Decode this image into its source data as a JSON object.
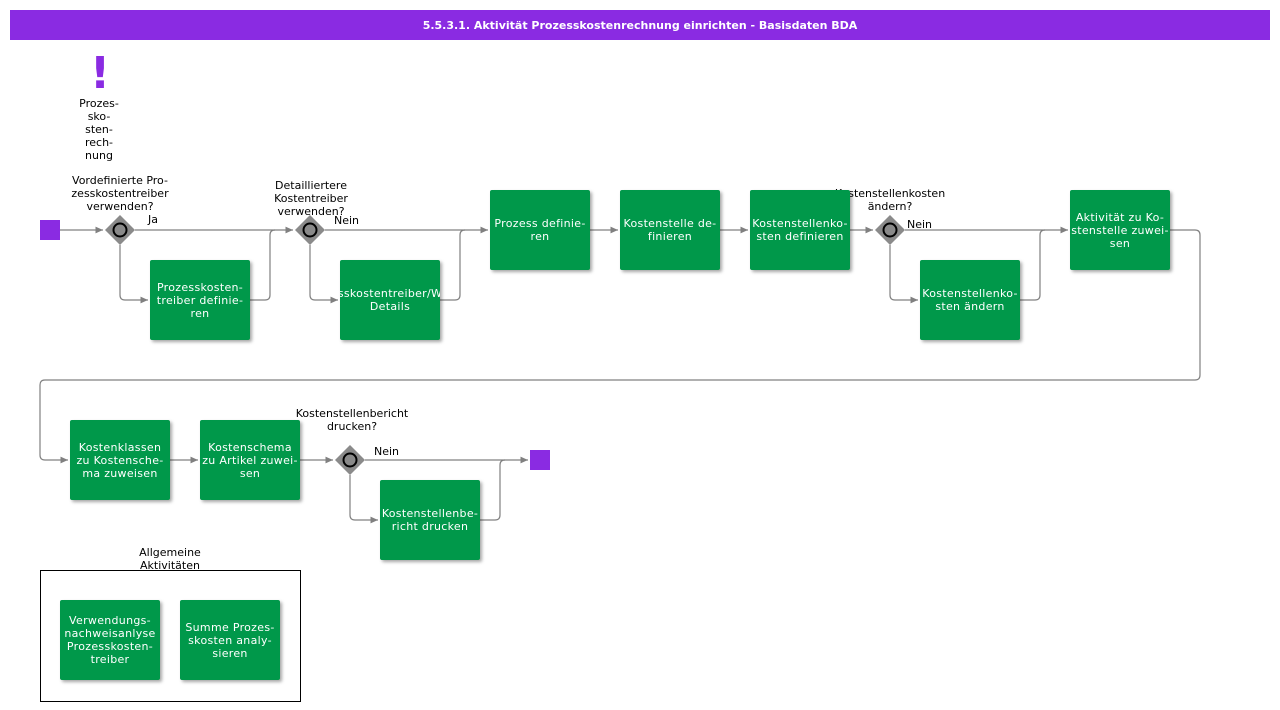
{
  "header": {
    "title": "5.5.3.1. Aktivität Prozesskostenrechnung einrichten - Basisdaten BDA"
  },
  "note": {
    "symbol": "!",
    "label": "Prozes-\nsko-\nsten-\nrech-\nnung"
  },
  "gateways": {
    "g1": {
      "question": "Vordefinierte  Pro-\nzesskostentreiber\nverwenden?",
      "branch": "Ja"
    },
    "g2": {
      "question": "Detailliertere\nKostentreiber\nverwenden?",
      "branch": "Nein"
    },
    "g3": {
      "question": "Kostenstellenkosten\nändern?",
      "branch": "Nein"
    },
    "g4": {
      "question": "Kostenstellenbericht\ndrucken?",
      "branch": "Nein"
    }
  },
  "tasks": {
    "prozesskostentreiber_definieren": "Prozesskosten-\ntreiber  definie-\nren",
    "kostentreiber_details": "sskostentreiber/W\nDetails",
    "prozess_definieren": "Prozess  definie-\nren",
    "kostenstelle_definieren": "Kostenstelle  de-\nfinieren",
    "kostenstellenkosten_definieren": "Kostenstellenko-\nsten   definieren",
    "kostenstellenkosten_aendern": "Kostenstellenko-\nsten   ändern",
    "aktivitaet_zuweisen": "Aktivität zu Ko-\nstenstelle zuwei-\nsen",
    "kostenklassen_zuweisen": "Kostenklassen\nzu Kostensche-\nma zuweisen",
    "kostenschema_zuweisen": "Kostenschema\nzu Artikel zuwei-\nsen",
    "kostenstellenbericht_drucken": "Kostenstellenbe-\nricht   drucken"
  },
  "group": {
    "title": "Allgemeine\nAktivitäten",
    "items": {
      "verwendungsnachweis": "Verwendungs-\nnachweisanlyse\nProzesskosten-\ntreiber",
      "summe_prozesskosten": "Summe Prozes-\nskosten analy-\nsieren"
    }
  },
  "colors": {
    "accent": "#8a2be2",
    "task": "#00984a",
    "gateway": "#8a8a8a",
    "connector": "#808080"
  }
}
